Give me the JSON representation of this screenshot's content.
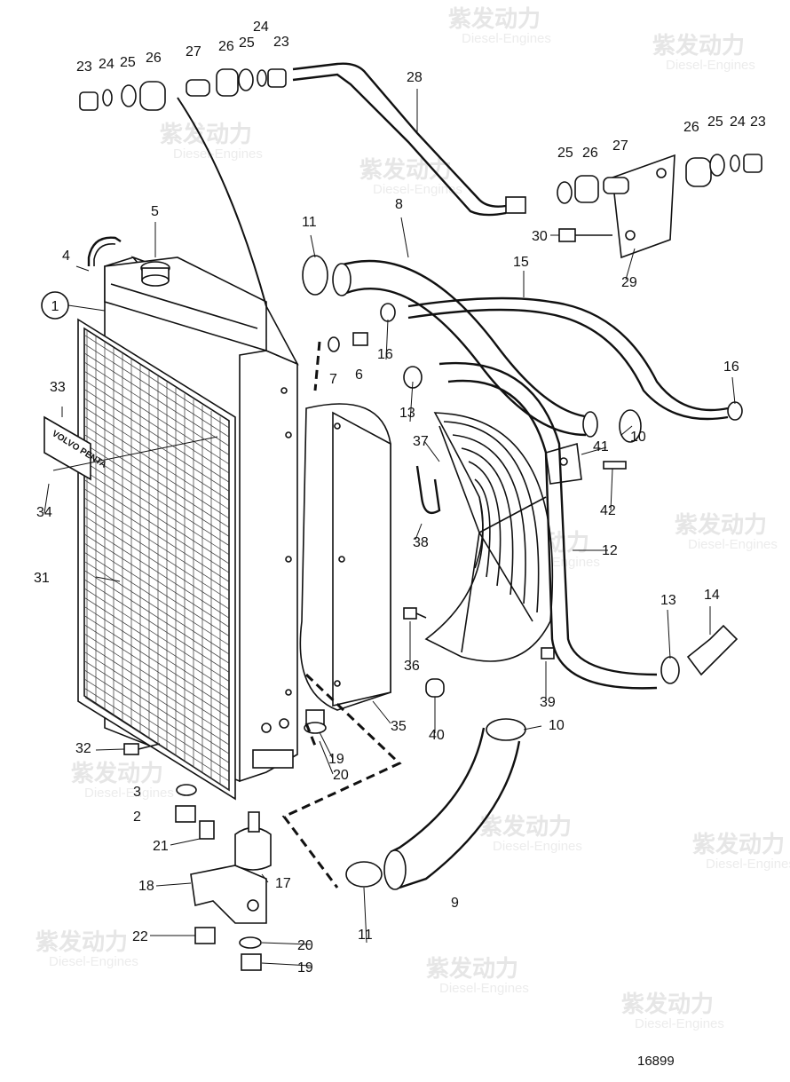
{
  "diagram": {
    "figure_number": "16899",
    "badge_text": "VOLVO PENTA",
    "watermark": {
      "cn": "紫发动力",
      "en": "Diesel-Engines"
    },
    "callouts": [
      {
        "id": "c1",
        "label": "1"
      },
      {
        "id": "c2",
        "label": "2"
      },
      {
        "id": "c3",
        "label": "3"
      },
      {
        "id": "c4",
        "label": "4"
      },
      {
        "id": "c5",
        "label": "5"
      },
      {
        "id": "c6",
        "label": "6"
      },
      {
        "id": "c7",
        "label": "7"
      },
      {
        "id": "c8",
        "label": "8"
      },
      {
        "id": "c9",
        "label": "9"
      },
      {
        "id": "c10a",
        "label": "10"
      },
      {
        "id": "c10b",
        "label": "10"
      },
      {
        "id": "c11a",
        "label": "11"
      },
      {
        "id": "c11b",
        "label": "11"
      },
      {
        "id": "c12",
        "label": "12"
      },
      {
        "id": "c13a",
        "label": "13"
      },
      {
        "id": "c13b",
        "label": "13"
      },
      {
        "id": "c14",
        "label": "14"
      },
      {
        "id": "c15",
        "label": "15"
      },
      {
        "id": "c16a",
        "label": "16"
      },
      {
        "id": "c16b",
        "label": "16"
      },
      {
        "id": "c17",
        "label": "17"
      },
      {
        "id": "c18",
        "label": "18"
      },
      {
        "id": "c19a",
        "label": "19"
      },
      {
        "id": "c19b",
        "label": "19"
      },
      {
        "id": "c20a",
        "label": "20"
      },
      {
        "id": "c20b",
        "label": "20"
      },
      {
        "id": "c21",
        "label": "21"
      },
      {
        "id": "c22",
        "label": "22"
      },
      {
        "id": "c23a",
        "label": "23"
      },
      {
        "id": "c23b",
        "label": "23"
      },
      {
        "id": "c23c",
        "label": "23"
      },
      {
        "id": "c24a",
        "label": "24"
      },
      {
        "id": "c24b",
        "label": "24"
      },
      {
        "id": "c24c",
        "label": "24"
      },
      {
        "id": "c25a",
        "label": "25"
      },
      {
        "id": "c25b",
        "label": "25"
      },
      {
        "id": "c25c",
        "label": "25"
      },
      {
        "id": "c25d",
        "label": "25"
      },
      {
        "id": "c26a",
        "label": "26"
      },
      {
        "id": "c26b",
        "label": "26"
      },
      {
        "id": "c26c",
        "label": "26"
      },
      {
        "id": "c26d",
        "label": "26"
      },
      {
        "id": "c27a",
        "label": "27"
      },
      {
        "id": "c27b",
        "label": "27"
      },
      {
        "id": "c28",
        "label": "28"
      },
      {
        "id": "c29",
        "label": "29"
      },
      {
        "id": "c30",
        "label": "30"
      },
      {
        "id": "c31",
        "label": "31"
      },
      {
        "id": "c32",
        "label": "32"
      },
      {
        "id": "c33",
        "label": "33"
      },
      {
        "id": "c34",
        "label": "34"
      },
      {
        "id": "c35",
        "label": "35"
      },
      {
        "id": "c36",
        "label": "36"
      },
      {
        "id": "c37",
        "label": "37"
      },
      {
        "id": "c38",
        "label": "38"
      },
      {
        "id": "c39",
        "label": "39"
      },
      {
        "id": "c40",
        "label": "40"
      },
      {
        "id": "c41",
        "label": "41"
      },
      {
        "id": "c42",
        "label": "42"
      }
    ]
  }
}
